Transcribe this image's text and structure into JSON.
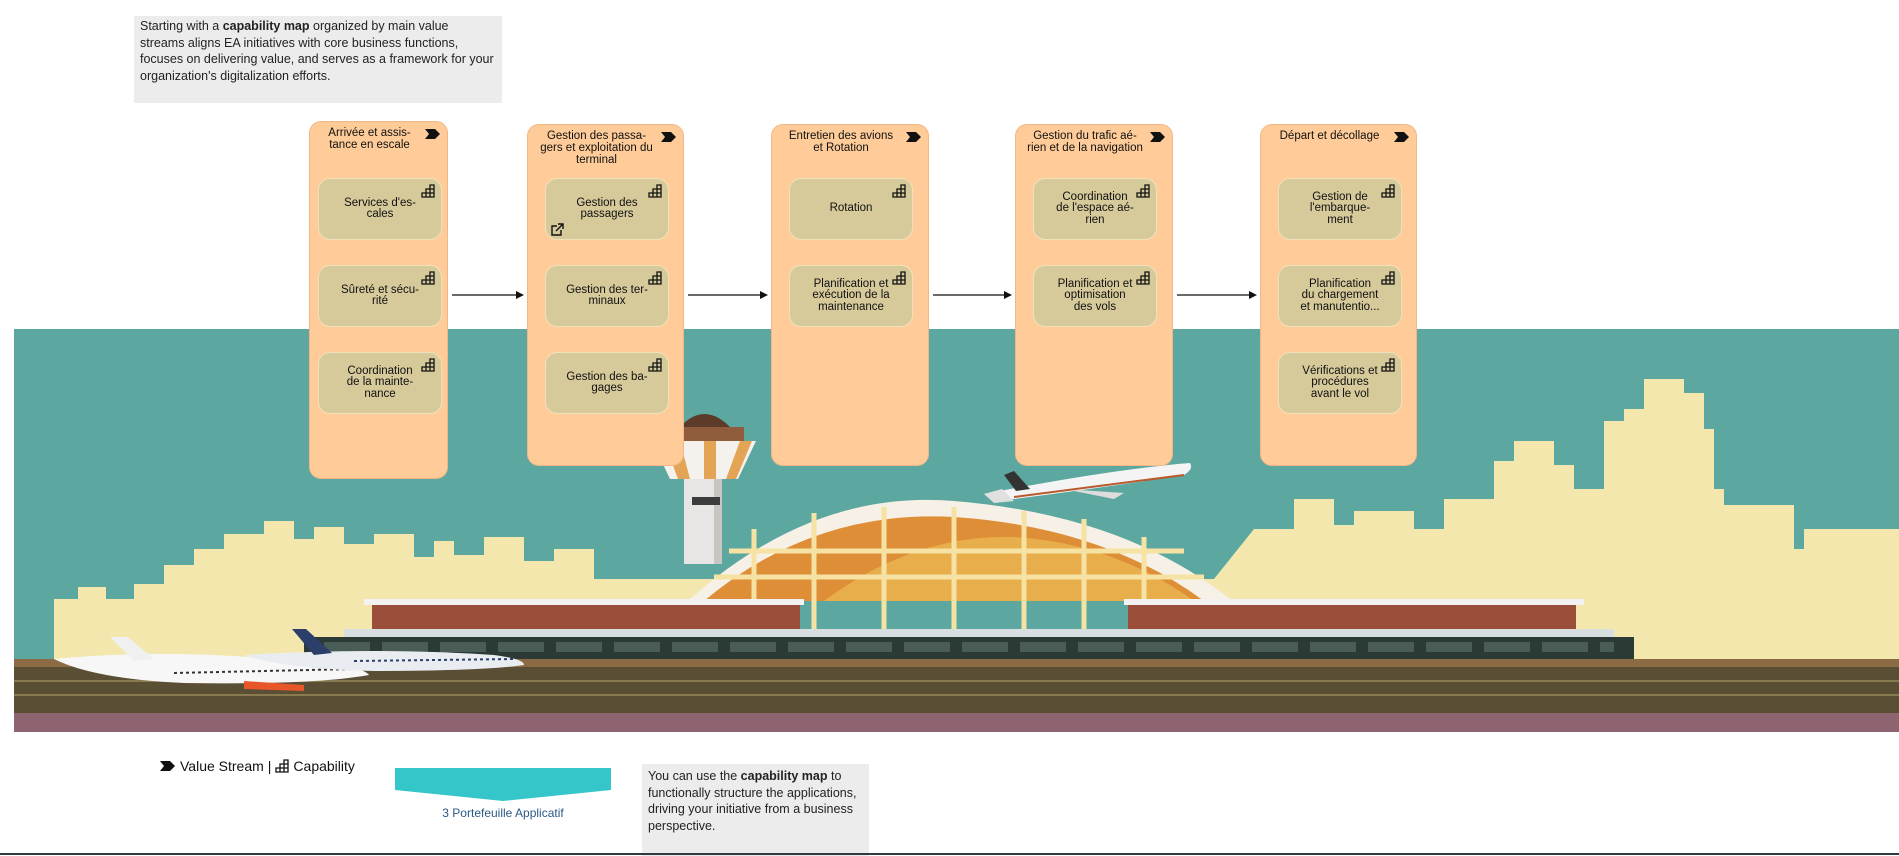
{
  "intro_note": {
    "prefix": "Starting with a ",
    "bold": "capability map",
    "suffix": " organized by main value streams aligns EA initiatives with core business functions, focuses on delivering value, and serves as a framework for your organization's digitalization efforts."
  },
  "value_streams": [
    {
      "title": "Arrivée et assis-\ntance en escale",
      "capabilities": [
        "Services d'es-\ncales",
        "Sûreté et sécu-\nrité",
        "Coordination\nde la mainte-\nnance"
      ]
    },
    {
      "title": "Gestion des passa-\ngers et exploitation du\nterminal",
      "capabilities": [
        "Gestion des\npassagers",
        "Gestion des ter-\nminaux",
        "Gestion des ba-\ngages"
      ]
    },
    {
      "title": "Entretien des avions\net Rotation",
      "capabilities": [
        "Rotation",
        "Planification et\nexécution de la\nmaintenance"
      ]
    },
    {
      "title": "Gestion du trafic aé-\nrien et de la navigation",
      "capabilities": [
        "Coordination\nde l'espace aé-\nrien",
        "Planification et\noptimisation\ndes vols"
      ]
    },
    {
      "title": "Départ et décollage",
      "capabilities": [
        "Gestion de\nl'embarque-\nment",
        "Planification\ndu chargement\net manutentio...",
        "Vérifications et\nprocédures\navant le vol"
      ]
    }
  ],
  "legend": {
    "value_stream_label": "Value Stream",
    "separator": "|",
    "capability_label": "Capability"
  },
  "portfolio": {
    "label": "3 Portefeuille Applicatif",
    "color": "#35c6c9"
  },
  "usage_note": {
    "prefix": "You can use the ",
    "bold": "capability map",
    "suffix": " to functionally structure the applications, driving your initiative from a business perspective."
  },
  "colors": {
    "value_stream_fill": "#ffcc99",
    "capability_fill": "#d6c99a",
    "sky": "#5ca8a0",
    "skyline": "#f3e7ad"
  },
  "icons": {
    "value_stream": "chevron-arrow-icon",
    "capability": "stair-grid-icon",
    "link": "external-link-icon"
  }
}
